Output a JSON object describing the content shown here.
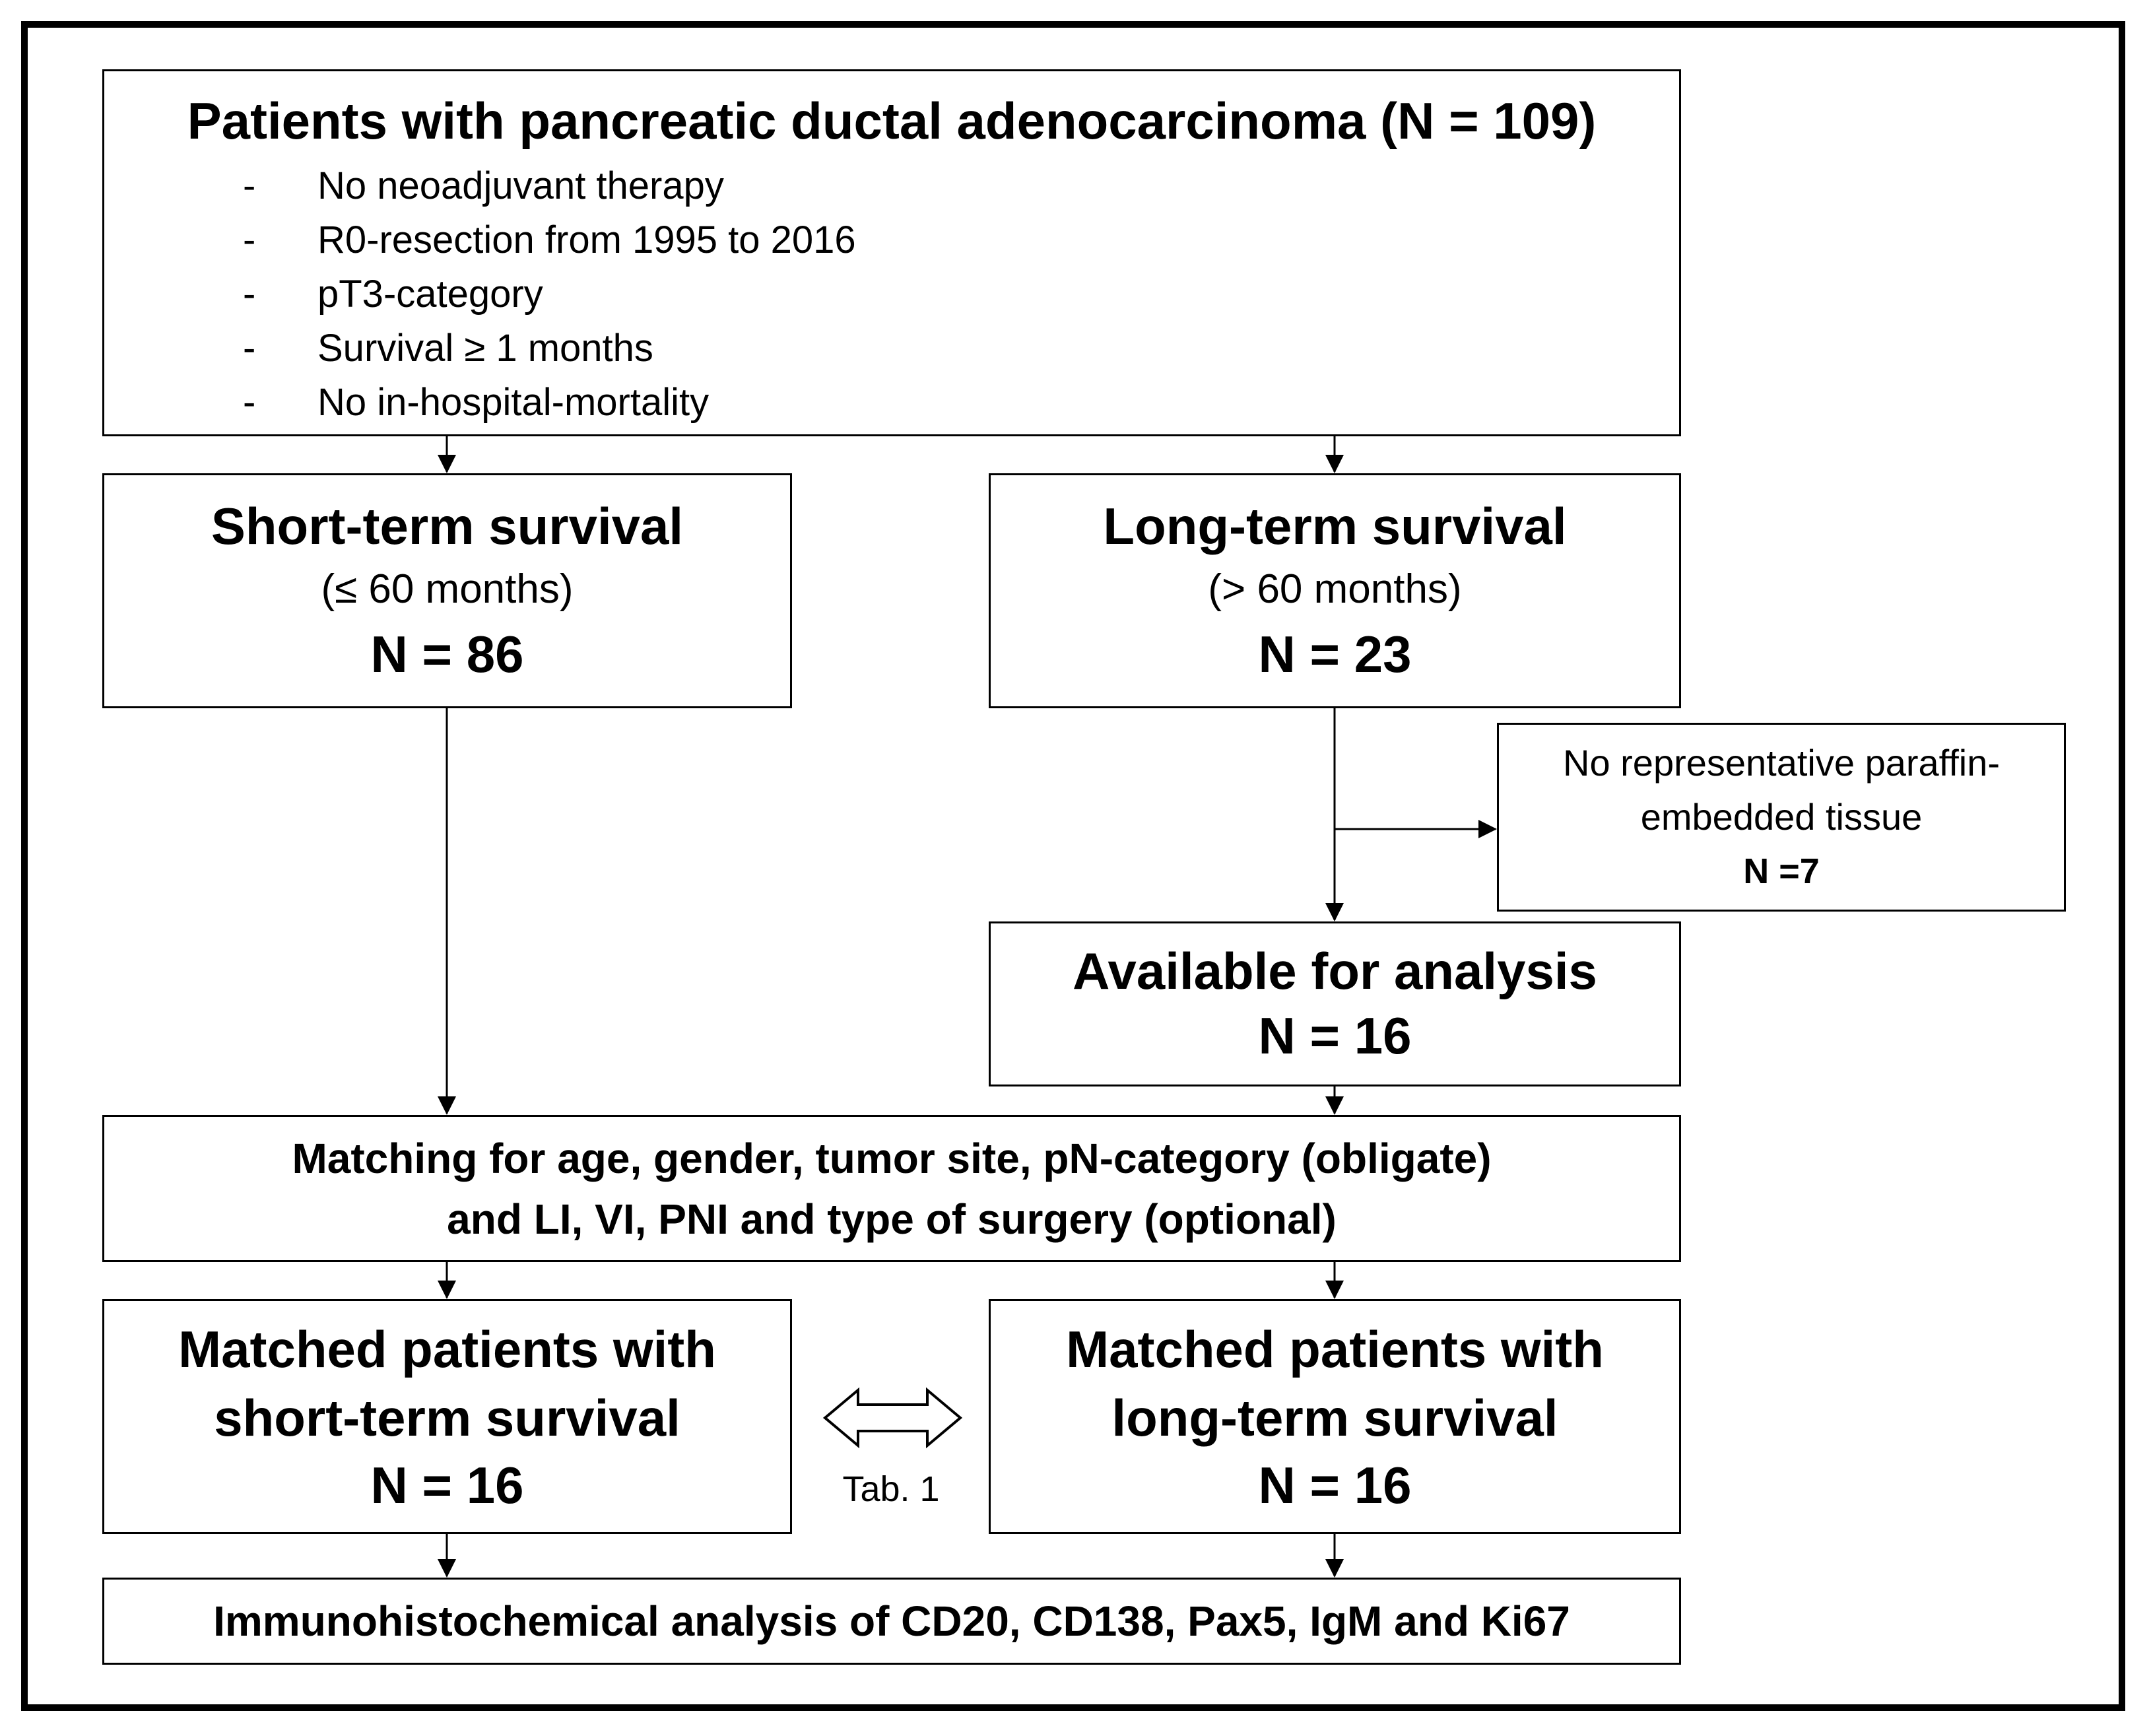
{
  "cohort": {
    "title": "Patients with pancreatic ductal adenocarcinoma (N = 109)",
    "bullet_marker": "-",
    "criteria": [
      "No neoadjuvant therapy",
      "R0-resection from 1995 to 2016",
      "pT3-category",
      "Survival ≥ 1 months",
      "No in-hospital-mortality"
    ]
  },
  "short_term": {
    "title": "Short-term survival",
    "range": "(≤ 60 months)",
    "n": "N = 86"
  },
  "long_term": {
    "title": "Long-term survival",
    "range": "(> 60 months)",
    "n": "N = 23"
  },
  "exclusion": {
    "line1": "No representative paraffin-",
    "line2": "embedded tissue",
    "n": "N =7"
  },
  "available": {
    "title": "Available for analysis",
    "n": "N = 16"
  },
  "matching": {
    "line1": "Matching for age, gender, tumor site, pN-category (obligate)",
    "line2": "and LI, VI, PNI and type of surgery (optional)"
  },
  "matched_short": {
    "line1": "Matched patients with",
    "line2": "short-term survival",
    "n": "N = 16"
  },
  "matched_long": {
    "line1": "Matched patients with",
    "line2": "long-term survival",
    "n": "N = 16"
  },
  "comparison_label": "Tab. 1",
  "analysis": {
    "text": "Immunohistochemical analysis of CD20, CD138, Pax5, IgM and Ki67"
  }
}
